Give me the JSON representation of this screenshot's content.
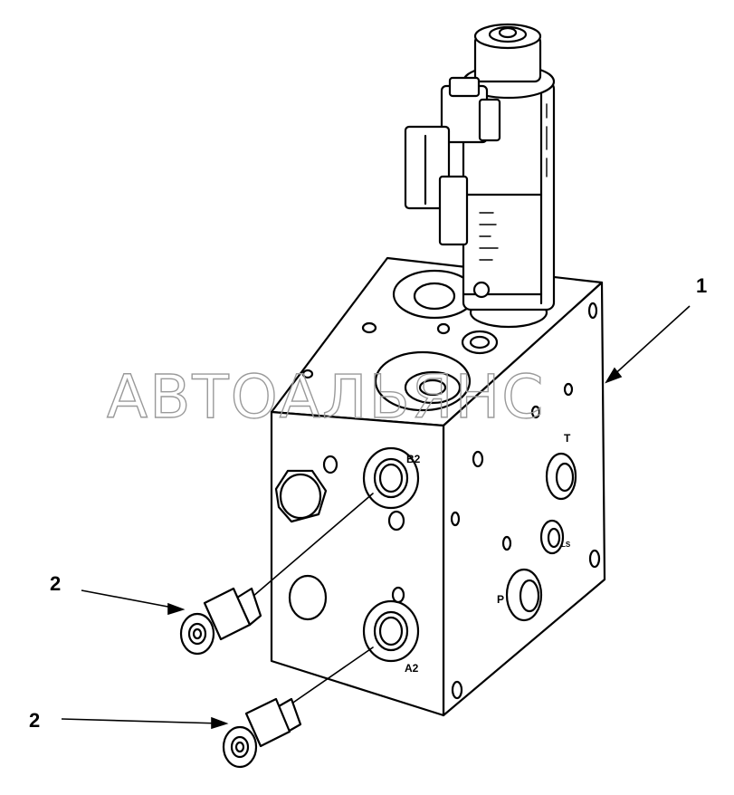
{
  "callouts": {
    "valve_block": "1",
    "fitting_upper": "2",
    "fitting_lower": "2"
  },
  "ports": {
    "b2": "B2",
    "a2": "A2",
    "t": "T",
    "p": "P",
    "ls": "LS"
  },
  "watermark": "АВТОАЛЬЯНС"
}
